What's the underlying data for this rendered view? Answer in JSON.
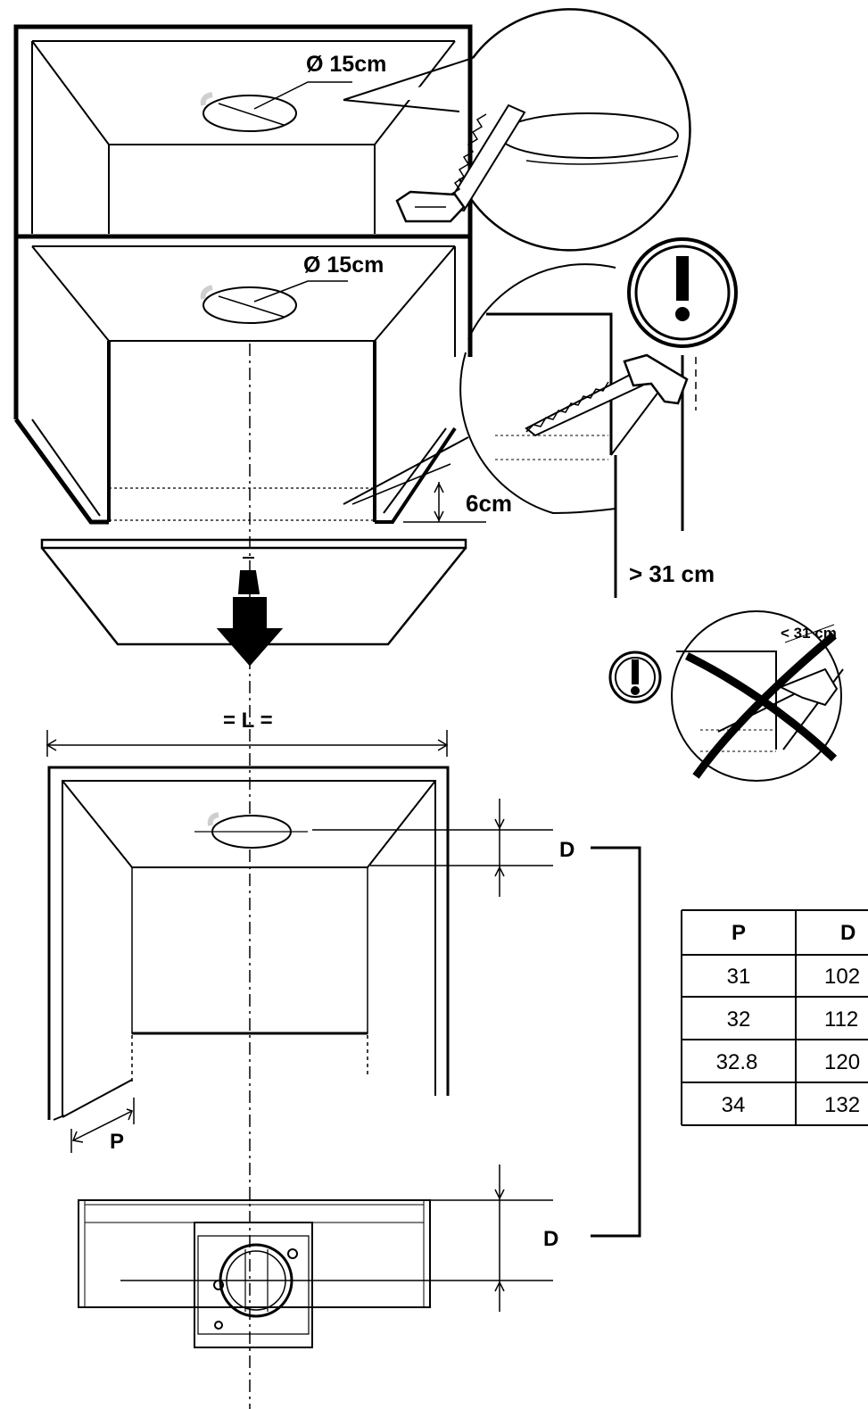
{
  "labels": {
    "top_hole_diameter": "Ø 15cm",
    "mid_hole_diameter": "Ø 15cm",
    "cut_height": "6cm",
    "min_depth": "> 31 cm",
    "max_depth_warning": "< 31 cm",
    "width_label": "= L =",
    "depth_label_top": "D",
    "depth_label_bottom": "D",
    "panel_depth_label": "P",
    "warning_symbol": "!"
  },
  "table": {
    "headers": [
      "P",
      "D"
    ],
    "rows": [
      [
        "31",
        "102"
      ],
      [
        "32",
        "112"
      ],
      [
        "32.8",
        "120"
      ],
      [
        "34",
        "132"
      ]
    ]
  },
  "colors": {
    "ink": "#000000",
    "shadow": "#cfcfcf",
    "paper": "#ffffff"
  }
}
